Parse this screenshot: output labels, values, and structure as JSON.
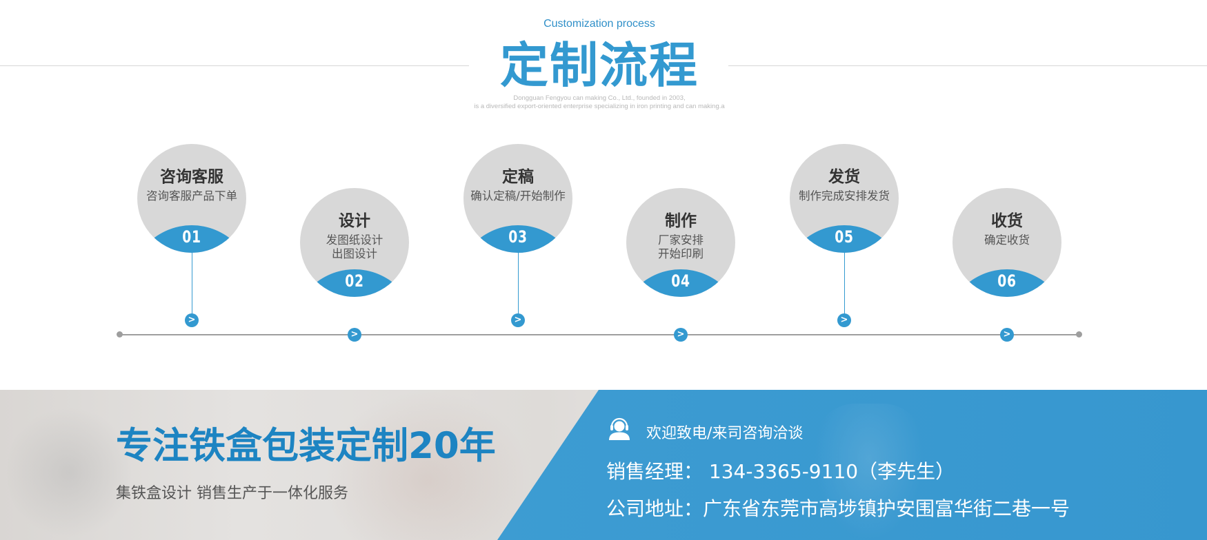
{
  "header": {
    "subtitle_en": "Customization process",
    "title_cn": "定制流程",
    "tagline_line1": "Dongguan Fengyou can making Co., Ltd., founded in 2003,",
    "tagline_line2": "is a diversified export-oriented enterprise specializing in iron printing and can making.a"
  },
  "steps": [
    {
      "number": "01",
      "title": "咨询客服",
      "desc": "咨询客服产品下单"
    },
    {
      "number": "02",
      "title": "设计",
      "desc": "发图纸设计\n出图设计"
    },
    {
      "number": "03",
      "title": "定稿",
      "desc": "确认定稿/开始制作"
    },
    {
      "number": "04",
      "title": "制作",
      "desc": "厂家安排\n开始印刷"
    },
    {
      "number": "05",
      "title": "发货",
      "desc": "制作完成安排发货"
    },
    {
      "number": "06",
      "title": "收货",
      "desc": "确定收货"
    }
  ],
  "timeline": {
    "arrow_glyph": ">"
  },
  "banner": {
    "headline": "专注铁盒包装定制20年",
    "subline": "集铁盒设计 销售生产于一体化服务",
    "contact": {
      "icon": "headset-user-icon",
      "welcome": "欢迎致电/来司咨询洽谈",
      "phone": "销售经理：  134-3365-9110（李先生）",
      "address": "公司地址：广东省东莞市高埗镇护安围富华街二巷一号"
    }
  },
  "colors": {
    "accent_blue": "#3399d0",
    "headline_blue": "#1d84c2",
    "circle_gray": "#d8d8d8",
    "timeline_gray": "#9e9e9e"
  }
}
